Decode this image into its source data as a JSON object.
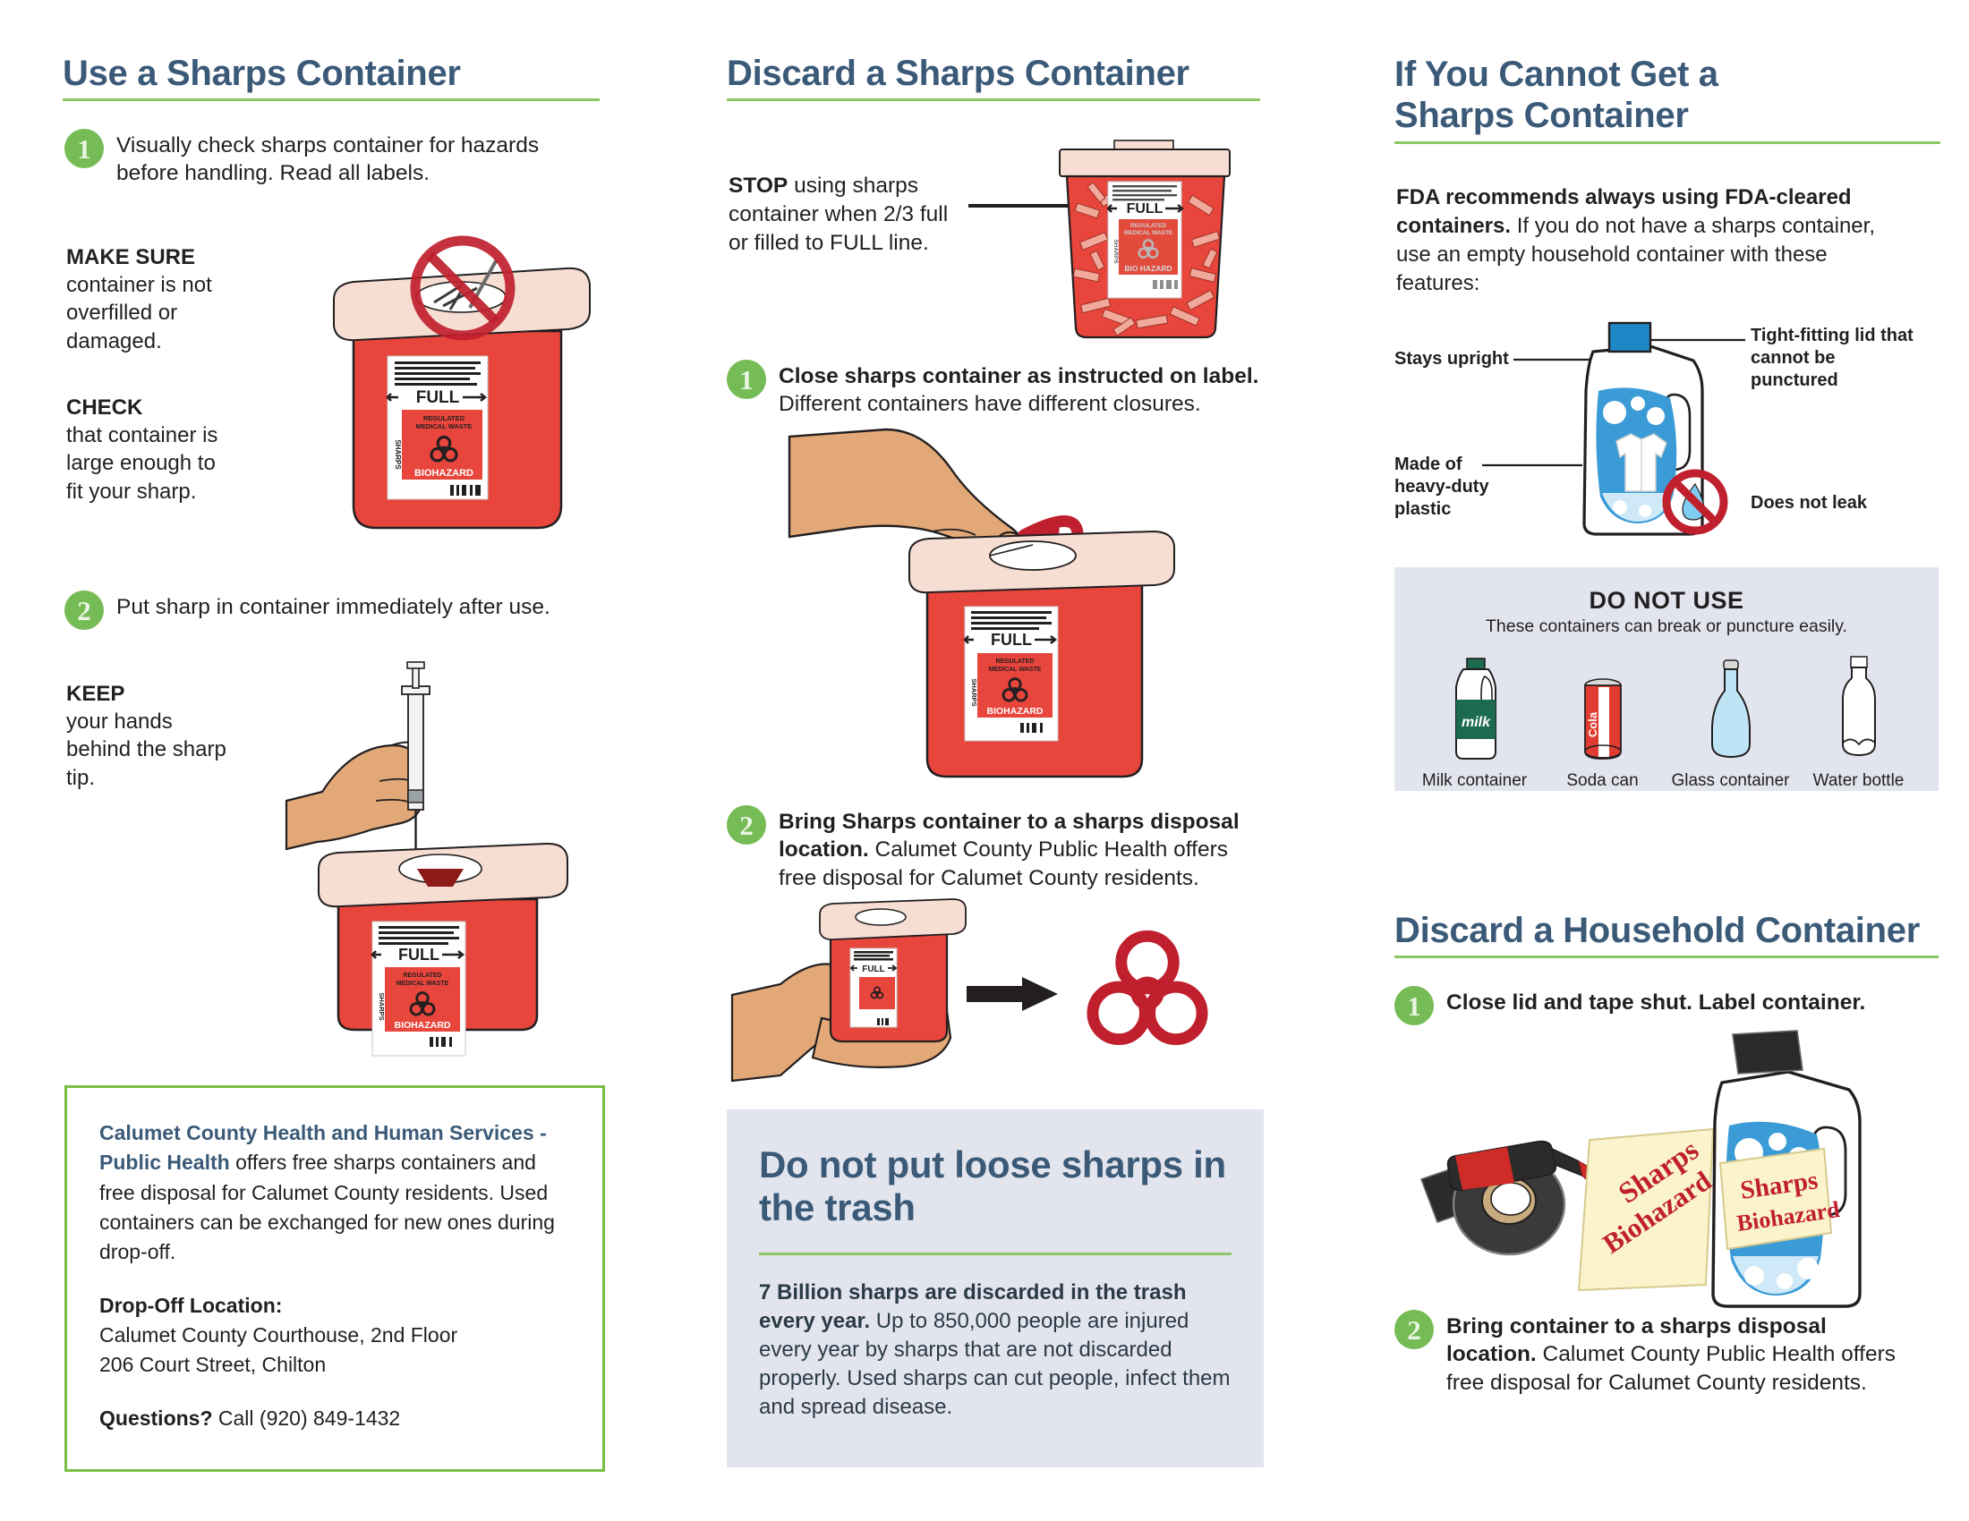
{
  "colors": {
    "heading_blue": "#3b5a78",
    "accent_green": "#8cc665",
    "bullet_green": "#76bc56",
    "box_border_green": "#77bf43",
    "panel_grey": "#e3e5ee",
    "container_red": "#e03c31",
    "biohazard_red": "#c0202e"
  },
  "left_column": {
    "heading": "Use a Sharps Container",
    "step1": {
      "number": "1",
      "text": "Visually check sharps container for hazards before handling. Read all labels."
    },
    "caption_make_sure": {
      "head": "MAKE SURE",
      "body": "container is not overfilled or damaged."
    },
    "caption_check": {
      "head": "CHECK",
      "body": "that container is large enough to fit your sharp."
    },
    "step2": {
      "number": "2",
      "text": "Put sharp in container immediately after use."
    },
    "caption_keep": {
      "head": "KEEP",
      "body": "your hands behind the sharp tip."
    },
    "info_box": {
      "org_name": "Calumet County Health and Human Services - Public Health",
      "org_rest": " offers free sharps containers and free disposal for Calumet County residents. Used containers can be exchanged for new ones during drop-off.",
      "dropoff_label": "Drop-Off Location:",
      "dropoff_line1": "Calumet County Courthouse, 2nd Floor",
      "dropoff_line2": "206 Court Street, Chilton",
      "questions_label": "Questions?",
      "questions_rest": " Call (920) 849-1432"
    },
    "container_label": {
      "full": "FULL",
      "sharps": "SHARPS",
      "regulated": "REGULATED MEDICAL WASTE",
      "biohazard": "BIOHAZARD"
    }
  },
  "middle_column": {
    "heading": "Discard a Sharps Container",
    "stop_note_bold": "STOP",
    "stop_note_rest": " using sharps container when 2/3 full or filled to FULL line.",
    "step1": {
      "number": "1",
      "bold": "Close sharps container as instructed on label.",
      "rest": " Different containers have different closures."
    },
    "step2": {
      "number": "2",
      "bold": "Bring Sharps container to a sharps disposal location.",
      "rest": " Calumet County Public Health offers free disposal for Calumet County residents."
    },
    "trash_panel": {
      "title": "Do not put loose sharps in the trash",
      "body_bold": "7 Billion sharps are discarded in the trash every year.",
      "body_rest": " Up to 850,000 people are injured every year by sharps that are not discarded properly. Used sharps can cut people, infect them and spread disease."
    },
    "full_container_label": {
      "full": "FULL",
      "sharps": "SHARPS",
      "regulated": "REGULATED MEDICAL WASTE",
      "biohazard": "BIO HAZARD"
    }
  },
  "right_column": {
    "heading_line1": "If You Cannot Get a",
    "heading_line2": "Sharps Container",
    "fda_bold": "FDA recommends always using FDA-cleared containers.",
    "fda_rest": " If you do not have a sharps container, use an empty household container with these features:",
    "bottle_callouts": {
      "stays_upright": "Stays upright",
      "made_of": "Made of heavy-duty plastic",
      "tight_lid": "Tight-fitting lid that cannot be punctured",
      "no_leak": "Does not leak"
    },
    "do_not_use": {
      "title": "DO NOT USE",
      "subtitle": "These containers can break or puncture easily.",
      "items": [
        {
          "label": "Milk container",
          "icon": "milk-jug-icon",
          "text": "milk"
        },
        {
          "label": "Soda can",
          "icon": "soda-can-icon",
          "text": "Cola"
        },
        {
          "label": "Glass container",
          "icon": "glass-bottle-icon",
          "text": ""
        },
        {
          "label": "Water bottle",
          "icon": "water-bottle-icon",
          "text": ""
        }
      ]
    },
    "household_heading": "Discard a Household Container",
    "h_step1": {
      "number": "1",
      "bold": "Close lid and tape shut. Label container."
    },
    "h_step2": {
      "number": "2",
      "bold": "Bring container to a sharps disposal location.",
      "rest": " Calumet County Public Health offers free disposal for Calumet County residents."
    },
    "label_art": {
      "line1": "Sharps",
      "line2": "Biohazard"
    }
  }
}
